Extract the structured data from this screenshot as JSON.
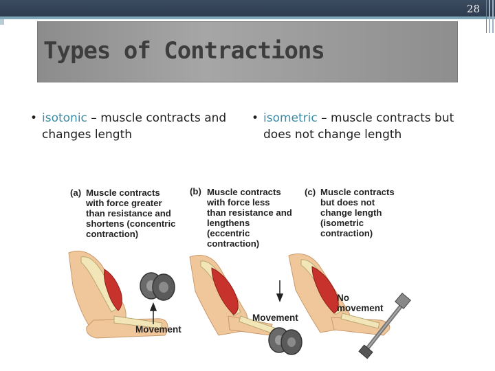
{
  "slide_number": "28",
  "title": "Types of Contractions",
  "bullets": {
    "left": {
      "term": "isotonic",
      "rest": " – muscle contracts and changes length"
    },
    "right": {
      "term": "isometric",
      "rest": " – muscle contracts but does not change length"
    }
  },
  "figure": {
    "a": {
      "letter": "(a)",
      "caption": "Muscle contracts\nwith force greater\nthan resistance and\nshortens (concentric\ncontraction)",
      "arrow_label": "Movement"
    },
    "b": {
      "letter": "(b)",
      "caption": "Muscle contracts\nwith force less\nthan resistance and\nlengthens\n(eccentric\ncontraction)",
      "arrow_label": "Movement"
    },
    "c": {
      "letter": "(c)",
      "caption": "Muscle contracts\nbut does not\nchange length\n(isometric\ncontraction)",
      "arrow_label": "No\nmovement"
    }
  },
  "colors": {
    "term": "#3c8ba4",
    "title_bar": "#a0a0a0",
    "muscle": "#c8322d",
    "bone": "#f2e6b8",
    "skin": "#f0c79a"
  }
}
